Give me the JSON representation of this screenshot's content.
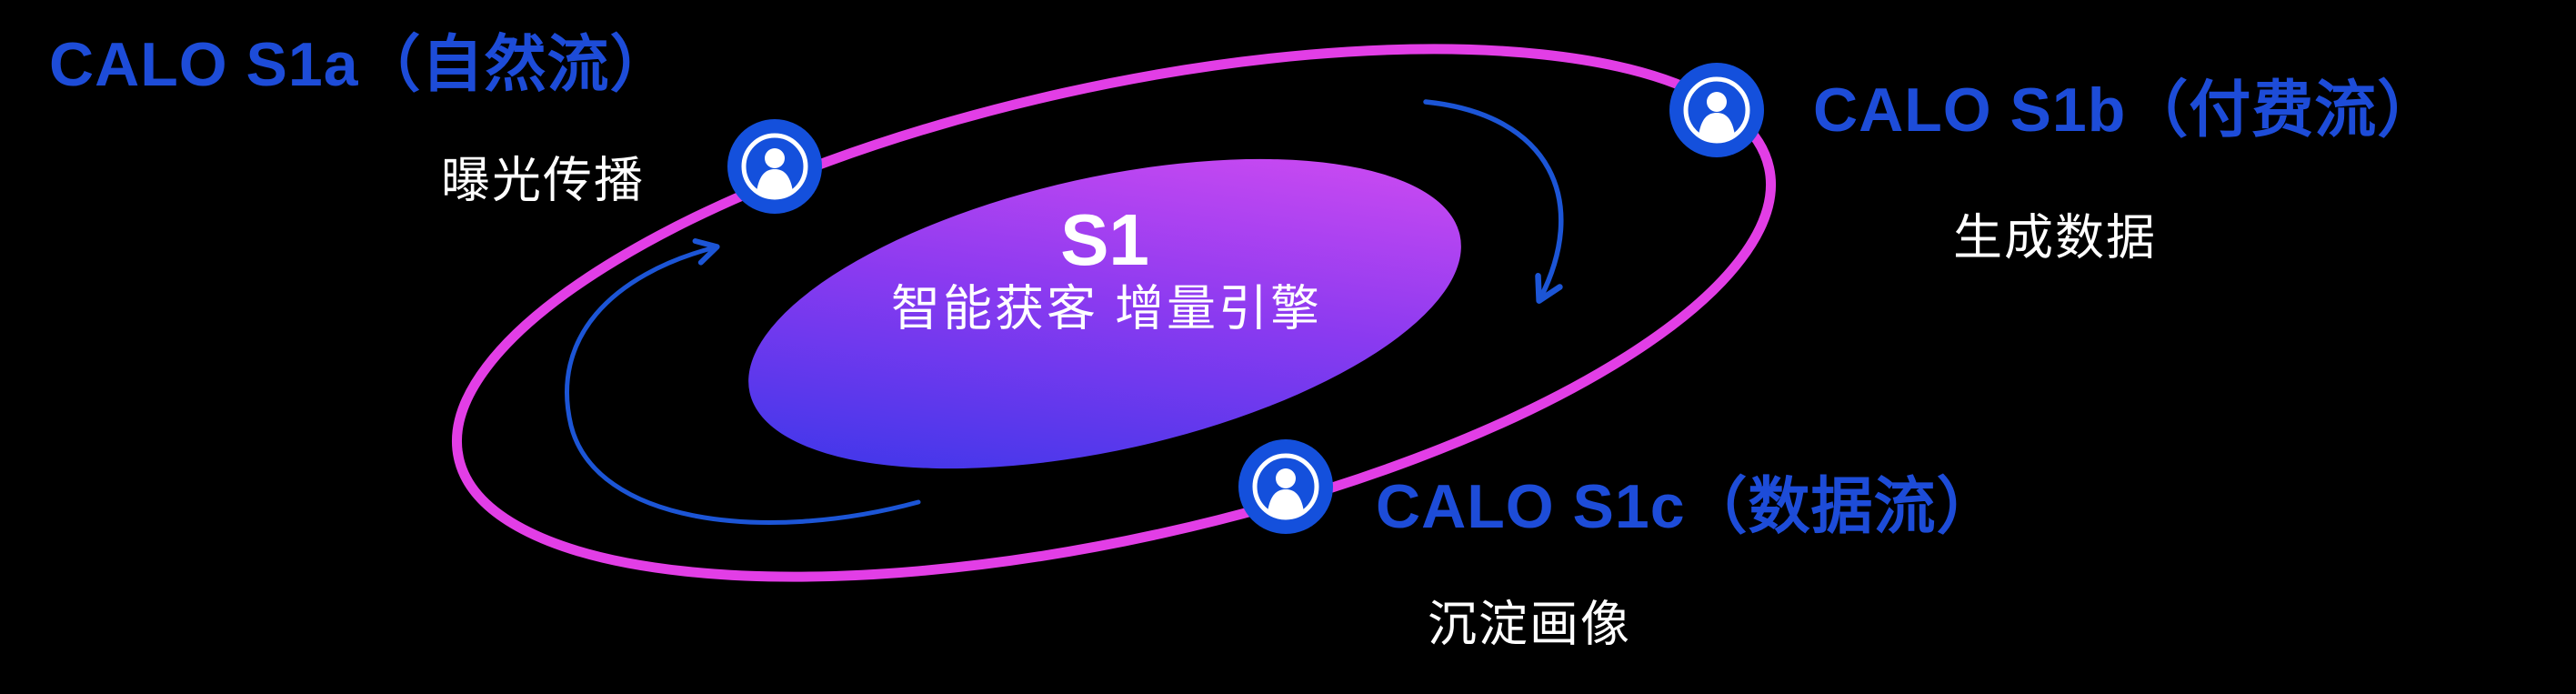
{
  "background": "#000000",
  "colors": {
    "background": "#000000",
    "label-blue": "#1d4cd8",
    "ring-magenta": "#e23ee6",
    "icon-blue": "#1450dc",
    "arrow-blue": "#1c55d6",
    "core-gradient-start": "#2b36e8",
    "core-gradient-mid": "#8a3af0",
    "core-gradient-end": "#e04ff2",
    "text-white": "#ffffff"
  },
  "core": {
    "title": "S1",
    "subtitle": "智能获客  增量引擎"
  },
  "nodes": {
    "s1a": {
      "label": "CALO S1a（自然流）",
      "sublabel": "曝光传播",
      "icon": "user-icon"
    },
    "s1b": {
      "label": "CALO S1b（付费流）",
      "sublabel": "生成数据",
      "icon": "user-icon"
    },
    "s1c": {
      "label": "CALO S1c（数据流）",
      "sublabel": "沉淀画像",
      "icon": "user-icon"
    }
  }
}
